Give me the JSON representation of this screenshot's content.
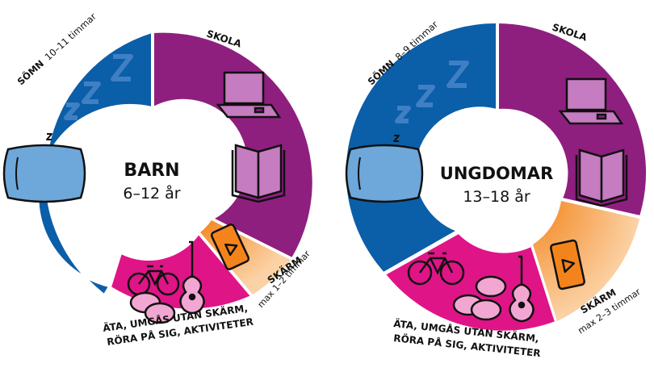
{
  "colors": {
    "sleep": "#0b5ea8",
    "school": "#8e1f7f",
    "social": "#df1487",
    "screen": "#f3841b",
    "outline": "#111111",
    "white": "#ffffff"
  },
  "charts": [
    {
      "title": "BARN",
      "subtitle": "6–12 år",
      "segments": [
        {
          "key": "sleep",
          "label": "SÖMN",
          "detail": "10–11 timmar"
        },
        {
          "key": "school",
          "label": "SKOLA"
        },
        {
          "key": "screen",
          "label": "SKÄRM",
          "detail": "max 1–2 timmar"
        },
        {
          "key": "social",
          "label_line1": "ÄTA, UMGÅS UTAN SKÄRM,",
          "label_line2": "RÖRA PÅ SIG, AKTIVITETER"
        }
      ],
      "icons": [
        "zzz-icon",
        "pillow-icon",
        "laptop-icon",
        "book-icon",
        "phone-icon",
        "bicycle-icon",
        "guitar-icon",
        "speech-bubbles-icon"
      ]
    },
    {
      "title": "UNGDOMAR",
      "subtitle": "13–18 år",
      "segments": [
        {
          "key": "sleep",
          "label": "SÖMN",
          "detail": "8–9 timmar"
        },
        {
          "key": "school",
          "label": "SKOLA"
        },
        {
          "key": "screen",
          "label": "SKÄRM",
          "detail": "max 2–3 timmar"
        },
        {
          "key": "social",
          "label_line1": "ÄTA, UMGÅS UTAN SKÄRM,",
          "label_line2": "RÖRA PÅ SIG, AKTIVITETER"
        }
      ],
      "icons": [
        "zzz-icon",
        "pillow-icon",
        "laptop-icon",
        "book-icon",
        "phone-icon",
        "bicycle-icon",
        "guitar-icon",
        "speech-bubbles-icon"
      ]
    }
  ]
}
